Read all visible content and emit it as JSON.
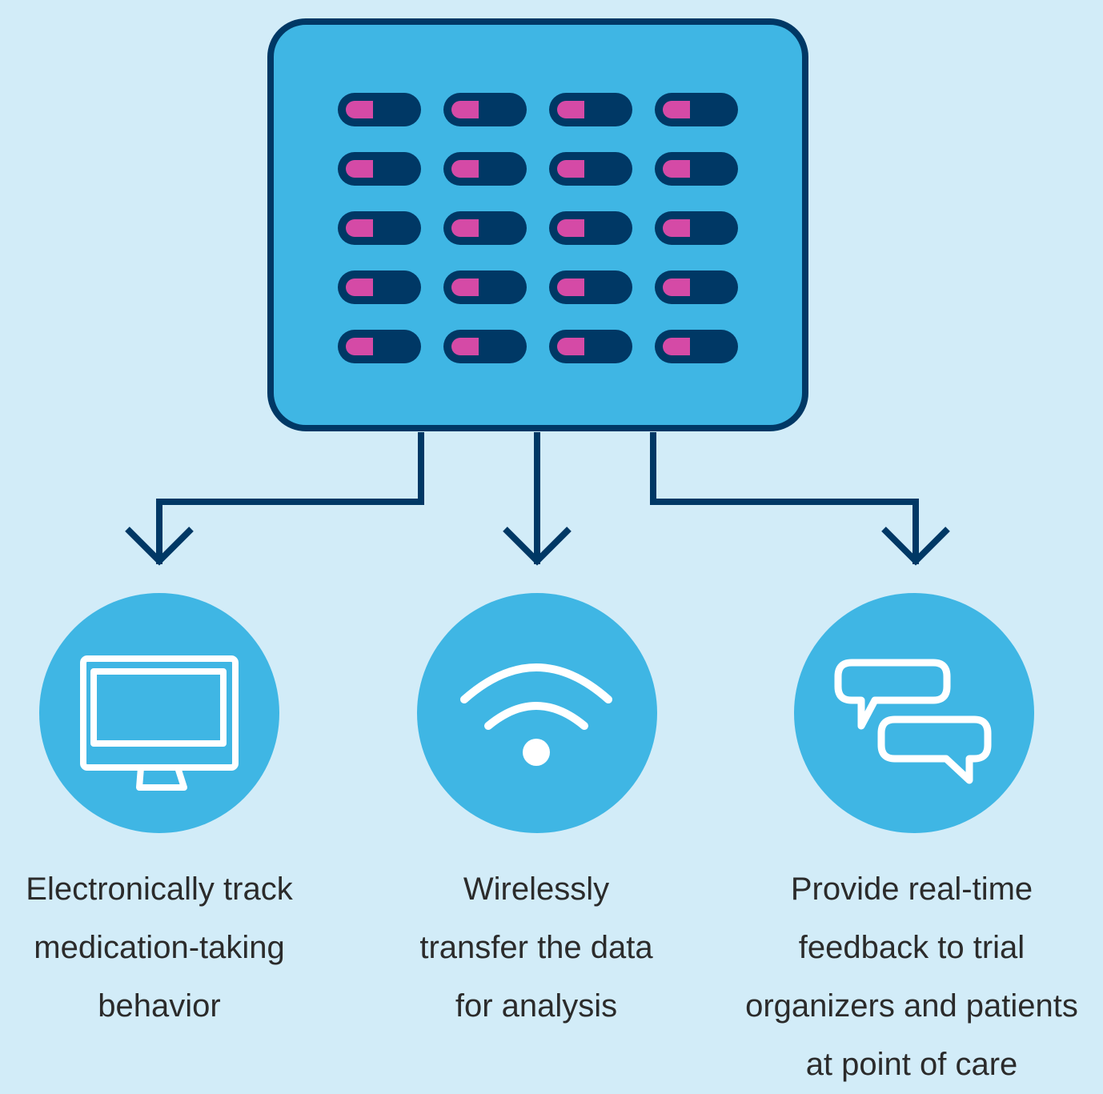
{
  "colors": {
    "background": "#d2ecf8",
    "panel_fill": "#3fb6e4",
    "navy": "#003865",
    "magenta": "#d54aa6",
    "white": "#ffffff",
    "text": "#2b2b2b"
  },
  "blister_pack": {
    "icon": "pill-blister-pack-icon",
    "rows": 5,
    "columns": 4
  },
  "outputs": [
    {
      "icon": "computer-monitor-icon",
      "caption_lines": [
        "Electronically track",
        "medication-taking",
        "behavior"
      ]
    },
    {
      "icon": "wifi-icon",
      "caption_lines": [
        "Wirelessly",
        "transfer the data",
        "for analysis"
      ]
    },
    {
      "icon": "chat-bubbles-icon",
      "caption_lines": [
        "Provide real-time",
        "feedback to trial",
        "organizers and patients",
        "at point of care"
      ]
    }
  ]
}
